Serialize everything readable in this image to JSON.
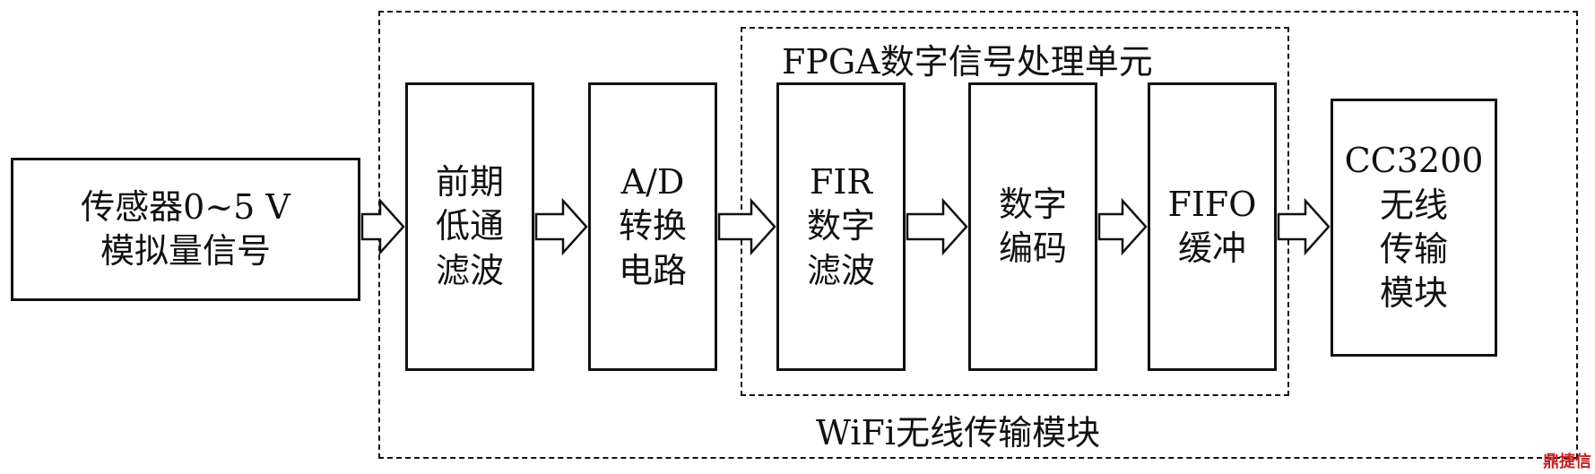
{
  "diagram": {
    "groups": {
      "wifi_module": {
        "label": "WiFi无线传输模块"
      },
      "fpga_unit": {
        "label": "FPGA数字信号处理单元"
      }
    },
    "blocks": {
      "sensor": "传感器0~5 V\n模拟量信号",
      "lowpass": "前期\n低通\n滤波",
      "adc": "A/D\n转换\n电路",
      "fir": "FIR\n数字\n滤波",
      "encoding": "数字\n编码",
      "fifo": "FIFO\n缓冲",
      "cc3200": "CC3200\n无线\n传输\n模块"
    }
  },
  "watermark": {
    "text": "鼎捷信"
  }
}
